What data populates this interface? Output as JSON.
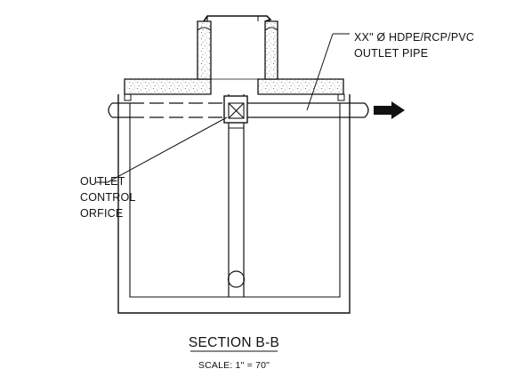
{
  "callouts": {
    "outlet_pipe": {
      "line1": "XX\" Ø HDPE/RCP/PVC",
      "line2": "OUTLET PIPE"
    },
    "control_orifice": {
      "line1": "OUTLET",
      "line2": "CONTROL",
      "line3": "ORFICE"
    }
  },
  "section": {
    "title": "SECTION B-B",
    "scale": "SCALE: 1\" = 70\""
  },
  "colors": {
    "line": "#111111",
    "background": "#ffffff",
    "arrow": "#111111"
  }
}
